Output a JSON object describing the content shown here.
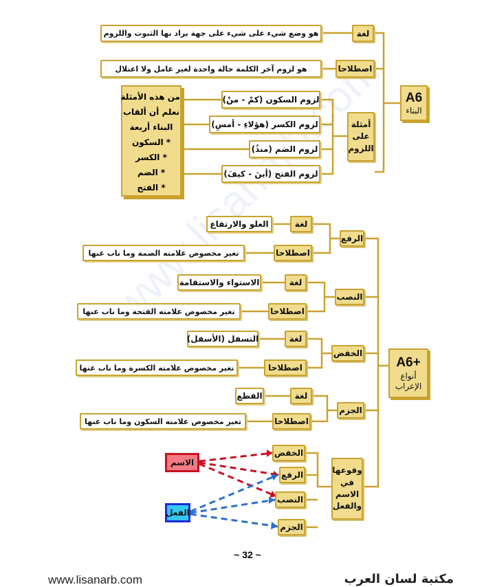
{
  "watermark": "www.lisanarb.com",
  "section1": {
    "code": "A6",
    "label": "البناء",
    "lugha": {
      "label": "لغة",
      "def": "هو وضع شيء على شيء على جهة يراد بها الثبوت واللزوم"
    },
    "istilah": {
      "label": "اصطلاحا",
      "def": "هو لزوم آخر الكلمة حالة واحدة لغير عامل ولا اعتلال"
    },
    "examples": {
      "label": "أمثلة على اللزوم",
      "label_lines": [
        "أمثلة",
        "على",
        "اللزوم"
      ],
      "items": [
        "لزوم السكون (كمْ - منْ)",
        "لزوم الكسر (هؤلاءِ - أمسِ)",
        "لزوم الضم (منذُ)",
        "لزوم الفتح (أينَ - كيفَ)"
      ]
    },
    "notes": [
      "من هذه الأمثلة",
      "نعلم أن ألقاب",
      "البناء أربعة",
      "* السكون",
      "* الكسر",
      "* الضم",
      "* الفتح"
    ]
  },
  "section2": {
    "code": "A6+",
    "label_lines": [
      "أنواع",
      "الإعراب"
    ],
    "types": [
      {
        "name": "الرفع",
        "lugha_label": "لغة",
        "lugha_def": "العلو والارتفاع",
        "istilah_label": "اصطلاحا",
        "istilah_def": "تغير مخصوص علامته الضمة وما ناب عنها"
      },
      {
        "name": "النصب",
        "lugha_label": "لغة",
        "lugha_def": "الاستواء والاستقامة",
        "istilah_label": "اصطلاحا",
        "istilah_def": "تغير مخصوص علامته الفتحة وما ناب عنها"
      },
      {
        "name": "الخفض",
        "lugha_label": "لغة",
        "lugha_def": "التسفل (الأسفل)",
        "istilah_label": "اصطلاحا",
        "istilah_def": "تغير مخصوص علامته الكسرة وما ناب عنها"
      },
      {
        "name": "الجزم",
        "lugha_label": "لغة",
        "lugha_def": "القطع",
        "istilah_label": "اصطلاحا",
        "istilah_def": "تغير مخصوص علامته السكون وما ناب عنها"
      }
    ],
    "occurrence": {
      "label_lines": [
        "وقوعها",
        "في",
        "الاسم",
        "والفعل"
      ],
      "cases": [
        "الخفض",
        "الرفع",
        "النصب",
        "الجزم"
      ],
      "noun": "الاسم",
      "verb": "الفعل",
      "noun_color": "#c8101e",
      "verb_color": "#2a6fd0"
    }
  },
  "footer": {
    "page_number": "~ 32 ~",
    "url": "www.lisanarb.com",
    "brand": "مكتبة لسان العرب"
  }
}
